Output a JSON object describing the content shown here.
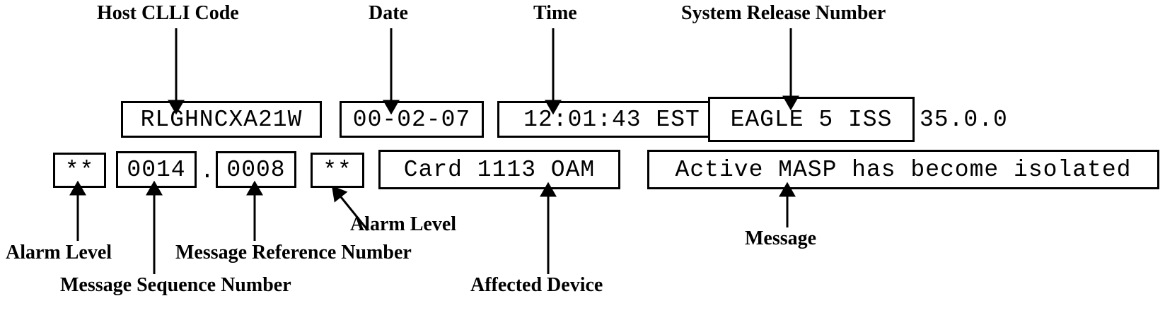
{
  "diagram": {
    "title": "EAGLE output message format annotation",
    "stroke_color": "#000000",
    "background_color": "#ffffff"
  },
  "header_line": {
    "fields": [
      {
        "id": "host-clli-code",
        "value": "RLGHNCXA21W",
        "boxed": true
      },
      {
        "id": "date",
        "value": "00-02-07",
        "boxed": true
      },
      {
        "id": "time",
        "value": "12:01:43 EST",
        "boxed": true
      },
      {
        "id": "system-release",
        "value": "EAGLE 5 ISS",
        "boxed": true
      },
      {
        "id": "release-number",
        "value": "35.0.0",
        "boxed": false
      }
    ]
  },
  "message_line": {
    "fields": [
      {
        "id": "alarm-level-1",
        "value": "**",
        "boxed": true
      },
      {
        "id": "message-sequence-number",
        "value": "0014",
        "boxed": true
      },
      {
        "id": "separator",
        "value": ".",
        "boxed": false
      },
      {
        "id": "message-reference-number",
        "value": "0008",
        "boxed": true
      },
      {
        "id": "alarm-level-2",
        "value": "**",
        "boxed": true
      },
      {
        "id": "affected-device",
        "value": "Card 1113 OAM",
        "boxed": true
      },
      {
        "id": "message-text",
        "value": "Active MASP has become isolated",
        "boxed": true
      }
    ]
  },
  "callouts": {
    "top": [
      {
        "id": "host-clli-code",
        "label": "Host CLLI Code"
      },
      {
        "id": "date",
        "label": "Date"
      },
      {
        "id": "time",
        "label": "Time"
      },
      {
        "id": "system-release-number",
        "label": "System Release Number"
      }
    ],
    "bottom": [
      {
        "id": "alarm-level-left",
        "label": "Alarm Level"
      },
      {
        "id": "message-sequence-number",
        "label": "Message Sequence Number"
      },
      {
        "id": "message-reference-number",
        "label": "Message Reference Number"
      },
      {
        "id": "alarm-level-right",
        "label": "Alarm Level"
      },
      {
        "id": "affected-device",
        "label": "Affected Device"
      },
      {
        "id": "message",
        "label": "Message"
      }
    ]
  }
}
